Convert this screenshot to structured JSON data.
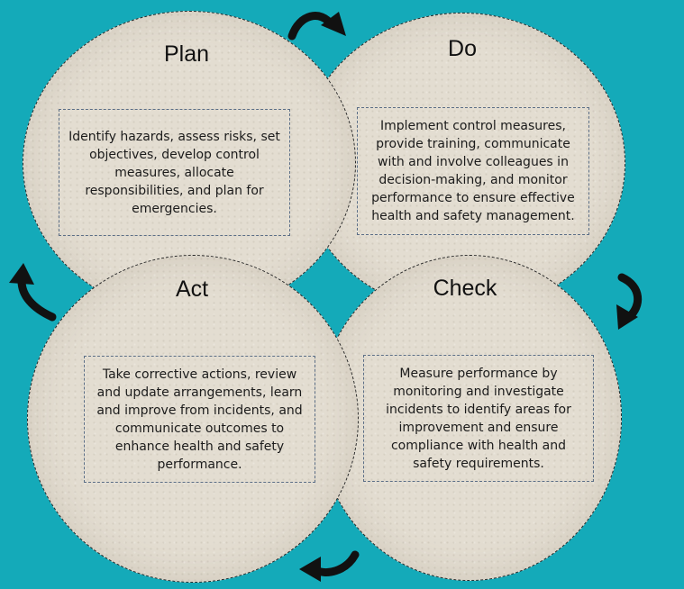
{
  "steps": {
    "plan": {
      "title": "Plan",
      "description": "Identify hazards, assess risks, set objectives, develop control measures, allocate responsibilities, and plan for emergencies."
    },
    "do": {
      "title": "Do",
      "description": "Implement control measures, provide training, communicate with and involve colleagues in decision-making, and monitor performance to ensure effective health and safety management."
    },
    "check": {
      "title": "Check",
      "description": "Measure performance by monitoring and investigate incidents to identify areas for improvement and ensure compliance with health and safety requirements."
    },
    "act": {
      "title": "Act",
      "description": "Take corrective actions, review and update arrangements, learn and improve from incidents, and communicate outcomes to enhance health and safety performance."
    }
  },
  "colors": {
    "background": "#14aab9",
    "circle_fill": "#e3ddd1",
    "arrow": "#111111",
    "box_border": "#5b6e86"
  }
}
